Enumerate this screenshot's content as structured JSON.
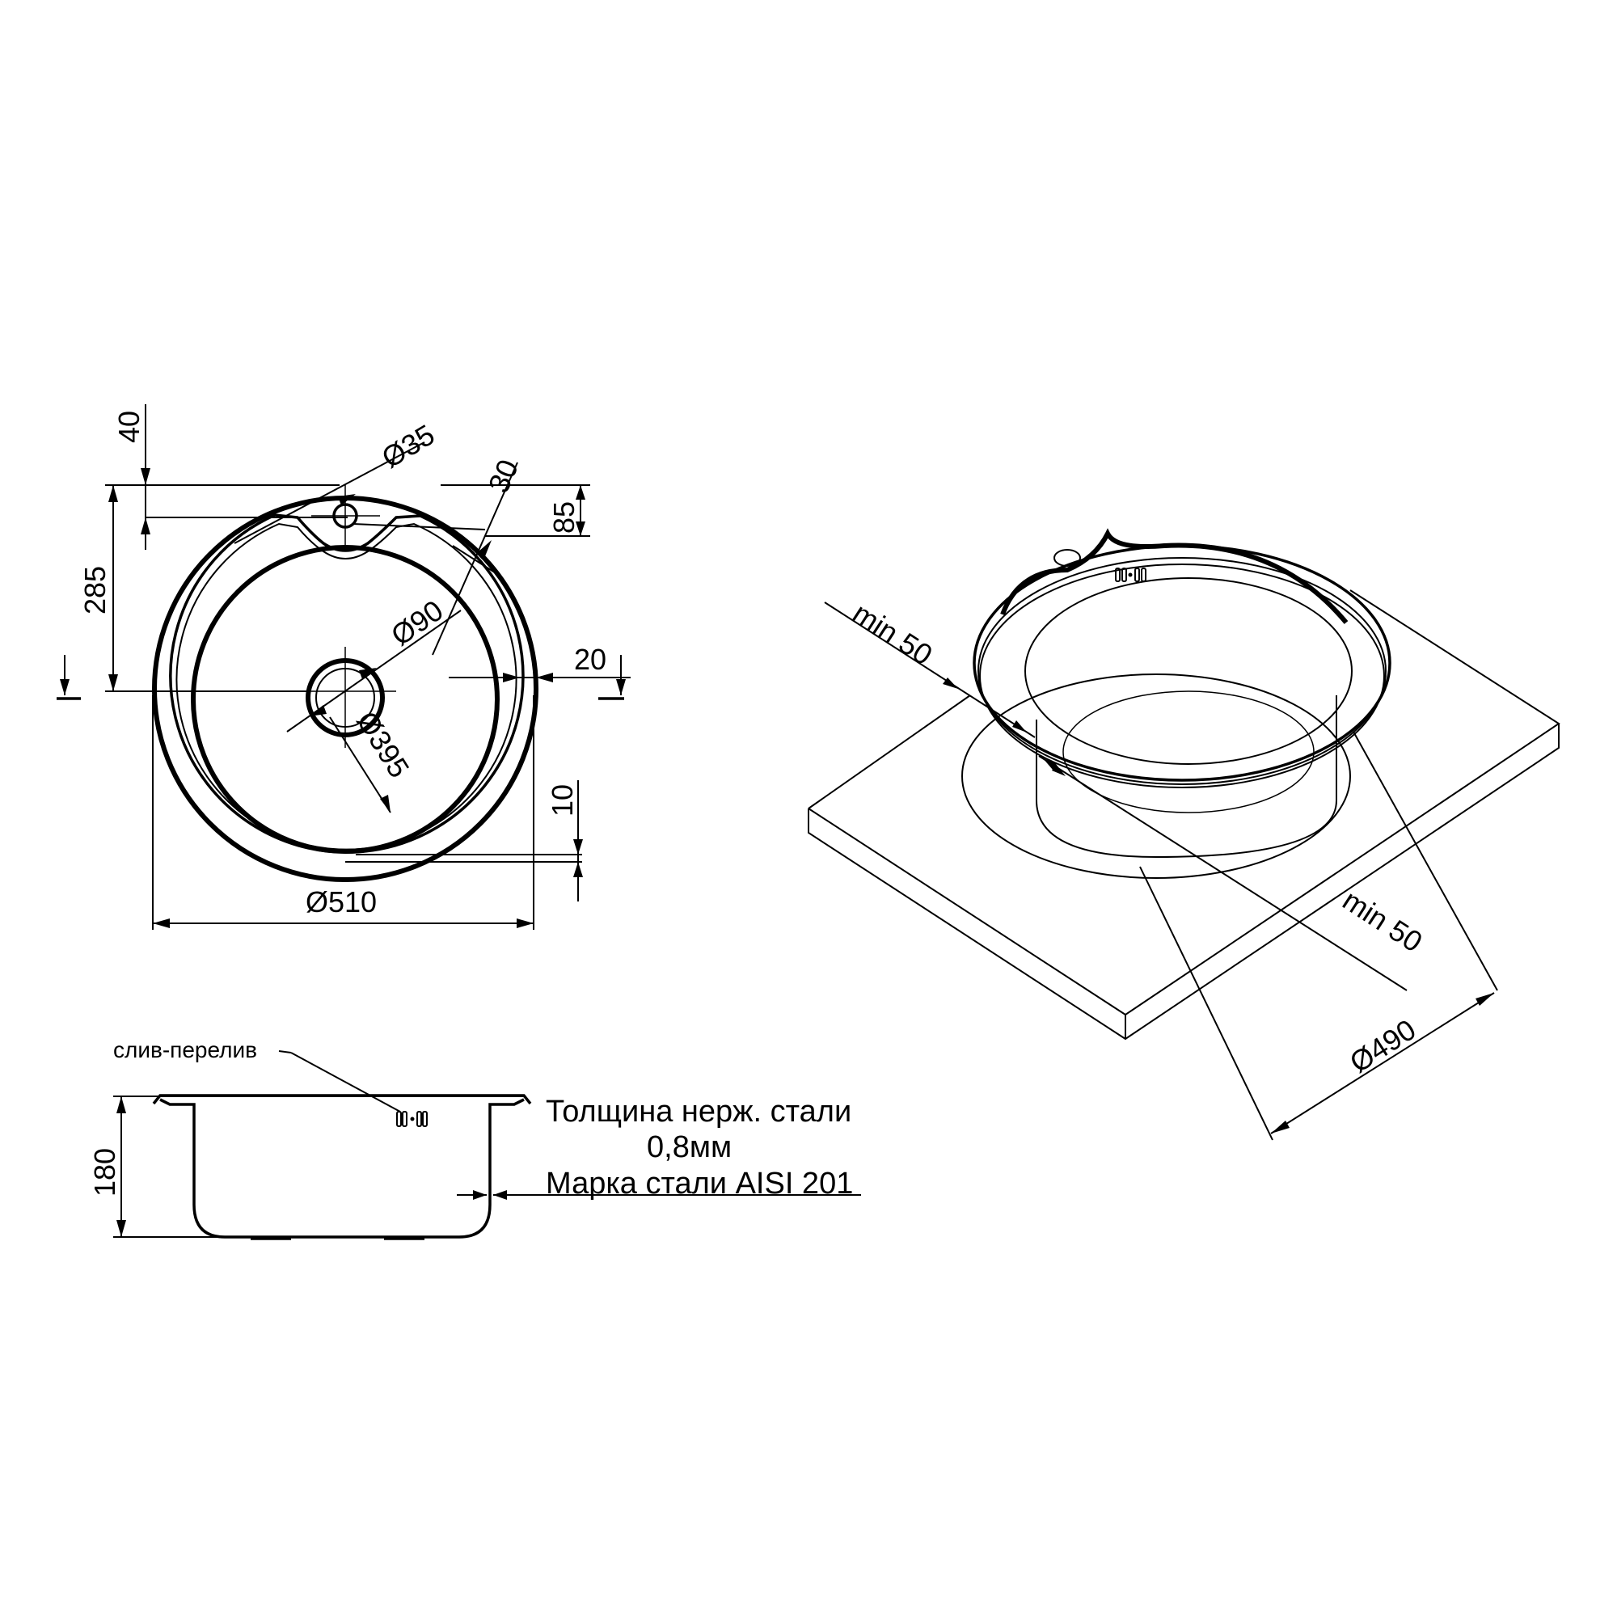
{
  "drawing": {
    "title": "Round inset kitchen sink technical drawing",
    "top_view": {
      "dimensions": {
        "overall_diameter": "Ø510",
        "bowl_diameter": "Ø395",
        "drain_diameter": "Ø90",
        "tap_hole_diameter": "Ø35",
        "tap_hole_offset_from_edge": "40",
        "ledge_depth": "85",
        "ledge_width_angled": "30",
        "center_offset": "285",
        "rim_width": "20",
        "bottom_rim": "10"
      }
    },
    "side_view": {
      "overflow_label": "слив-перелив",
      "depth": "180",
      "material_note": {
        "line1": "Толщина нерж. стали",
        "line2": "0,8мм",
        "line3": "Марка стали AISI 201"
      }
    },
    "install_view": {
      "min_clearance_1": "min 50",
      "min_clearance_2": "min 50",
      "cutout_diameter": "Ø490"
    }
  }
}
